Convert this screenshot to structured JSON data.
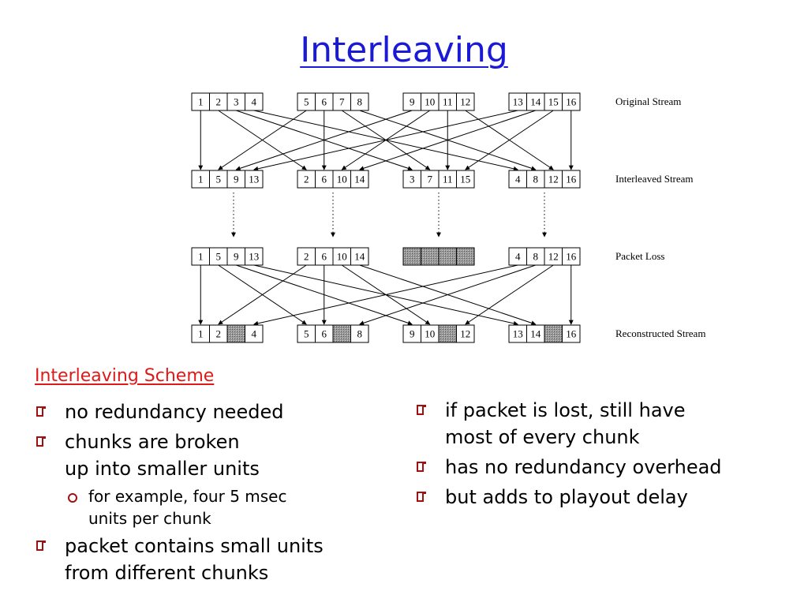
{
  "title": "Interleaving",
  "diagram": {
    "rows": [
      {
        "label": "Original Stream",
        "groups": [
          [
            "1",
            "2",
            "3",
            "4"
          ],
          [
            "5",
            "6",
            "7",
            "8"
          ],
          [
            "9",
            "10",
            "11",
            "12"
          ],
          [
            "13",
            "14",
            "15",
            "16"
          ]
        ]
      },
      {
        "label": "Interleaved Stream",
        "groups": [
          [
            "1",
            "5",
            "9",
            "13"
          ],
          [
            "2",
            "6",
            "10",
            "14"
          ],
          [
            "3",
            "7",
            "11",
            "15"
          ],
          [
            "4",
            "8",
            "12",
            "16"
          ]
        ]
      },
      {
        "label": "Packet Loss",
        "groups": [
          [
            "1",
            "5",
            "9",
            "13"
          ],
          [
            "2",
            "6",
            "10",
            "14"
          ],
          [
            "",
            "",
            "",
            ""
          ],
          [
            "4",
            "8",
            "12",
            "16"
          ]
        ],
        "lost_group": 2
      },
      {
        "label": "Reconstructed Stream",
        "groups": [
          [
            "1",
            "2",
            "",
            "4"
          ],
          [
            "5",
            "6",
            "",
            "8"
          ],
          [
            "9",
            "10",
            "",
            "12"
          ],
          [
            "13",
            "14",
            "",
            "16"
          ]
        ],
        "lost_cell": 2
      }
    ],
    "colors": {
      "line": "#000000",
      "lost_fill": "#9a9a9a"
    }
  },
  "scheme_heading": "Interleaving Scheme",
  "left_bullets": {
    "b1": "no redundancy needed",
    "b2_l1": "chunks are broken",
    "b2_l2": "up into smaller units",
    "sub_l1": "for example, four 5 msec",
    "sub_l2": "units per chunk",
    "b3_l1": "packet contains small units",
    "b3_l2": "from different chunks"
  },
  "right_bullets": {
    "b1_l1": "if packet is lost, still have",
    "b1_l2": "most of every chunk",
    "b2": "has no redundancy overhead",
    "b3": "but adds to playout delay"
  },
  "accent": "#a11010",
  "title_color": "#1a1ad6",
  "heading_color": "#e01818"
}
